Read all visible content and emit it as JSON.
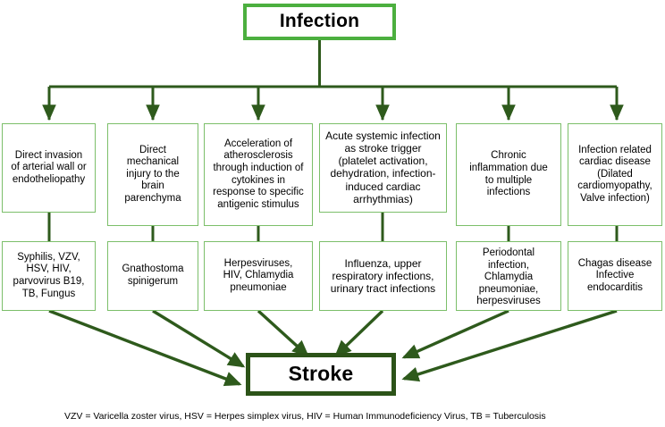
{
  "diagram": {
    "title": "Infection",
    "root": {
      "label": "Infection"
    },
    "terminal": {
      "label": "Stroke"
    },
    "colors": {
      "root_border": "#4CAF3F",
      "terminal_border": "#2C5318",
      "node_border": "#7CBF6A",
      "connector": "#2E5A1C",
      "text": "#000000",
      "background": "#ffffff"
    },
    "mechanisms": [
      {
        "label": "Direct invasion\nof arterial wall or\nendotheliopathy"
      },
      {
        "label": "Direct\nmechanical\ninjury to the\nbrain\nparenchyma"
      },
      {
        "label": "Acceleration of\natherosclerosis\nthrough induction of\ncytokines in\nresponse to specific\nantigenic stimulus"
      },
      {
        "label": "Acute systemic infection\nas stroke trigger\n(platelet activation,\ndehydration, infection-\ninduced cardiac\narrhythmias)"
      },
      {
        "label": "Chronic\ninflammation due\nto multiple\ninfections"
      },
      {
        "label": "Infection related\ncardiac disease\n(Dilated\ncardiomyopathy,\nValve infection)"
      }
    ],
    "pathogens": [
      {
        "label": "Syphilis, VZV,\nHSV, HIV,\nparvovirus B19,\nTB, Fungus"
      },
      {
        "label": "Gnathostoma\nspinigerum"
      },
      {
        "label": "Herpesviruses,\nHIV, Chlamydia\npneumoniae"
      },
      {
        "label": "Influenza, upper\nrespiratory infections,\nurinary tract infections"
      },
      {
        "label": "Periodontal\ninfection,\nChlamydia\npneumoniae,\nherpesviruses"
      },
      {
        "label": "Chagas disease\nInfective\nendocarditis"
      }
    ],
    "footnote": "VZV = Varicella zoster virus, HSV = Herpes simplex virus, HIV = Human Immunodeficiency Virus, TB = Tuberculosis"
  }
}
